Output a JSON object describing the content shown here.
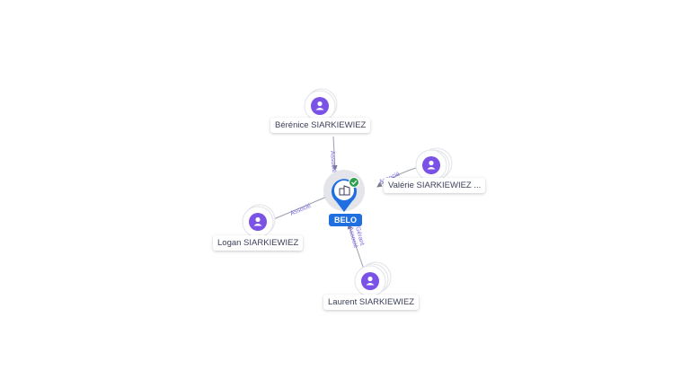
{
  "company": {
    "name": "BELO",
    "icon": "building-icon",
    "status_icon": "check-icon",
    "accent": "#1f6fe0",
    "status_color": "#2e9e4f"
  },
  "people": [
    {
      "id": "berenice",
      "name": "Bérénice SIARKIEWIEZ",
      "icon": "person-icon"
    },
    {
      "id": "valerie",
      "name": "Valérie SIARKIEWIEZ ...",
      "icon": "person-icon"
    },
    {
      "id": "logan",
      "name": "Logan SIARKIEWIEZ",
      "icon": "person-icon"
    },
    {
      "id": "laurent",
      "name": "Laurent SIARKIEWIEZ",
      "icon": "person-icon"
    }
  ],
  "edges": [
    {
      "from": "berenice",
      "labels": [
        "Associé"
      ]
    },
    {
      "from": "valerie",
      "labels": [
        "Associé"
      ]
    },
    {
      "from": "logan",
      "labels": [
        "Associé"
      ]
    },
    {
      "from": "laurent",
      "labels": [
        "Gérant",
        "Associé"
      ]
    }
  ],
  "colors": {
    "person": "#7a52e6",
    "edge": "#9aa0ac",
    "edge_label": "#7a6ae0"
  }
}
